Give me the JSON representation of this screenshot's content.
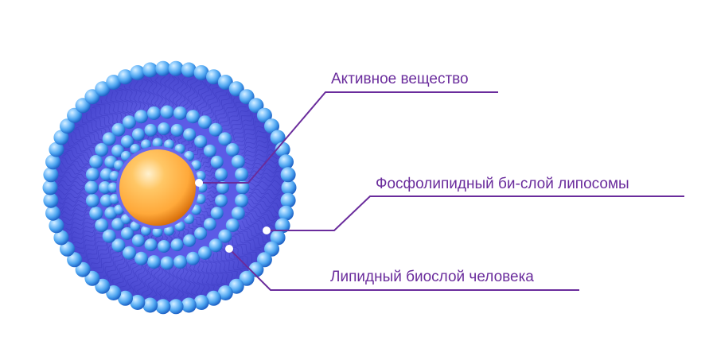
{
  "labels": {
    "active_substance": "Активное вещество",
    "phospholipid_bilayer": "Фосфолипидный би-слой липосомы",
    "human_lipid_layer": "Липидный биослой человека"
  },
  "colors": {
    "leader_line": "#6a2c9c",
    "head_light": "#9fd4ff",
    "head_mid": "#4aa3ef",
    "head_dark": "#1c5fc4",
    "tail": "#5a58e4",
    "tail_dark": "#3635b8",
    "core_light": "#ffe1a6",
    "core_mid": "#ffa93a",
    "core_dark": "#e07b12",
    "point": "#ffffff"
  },
  "icons": {
    "core": "active-substance-sphere",
    "liposome": "liposome-bilayer",
    "pointer": "pointer-dot"
  }
}
